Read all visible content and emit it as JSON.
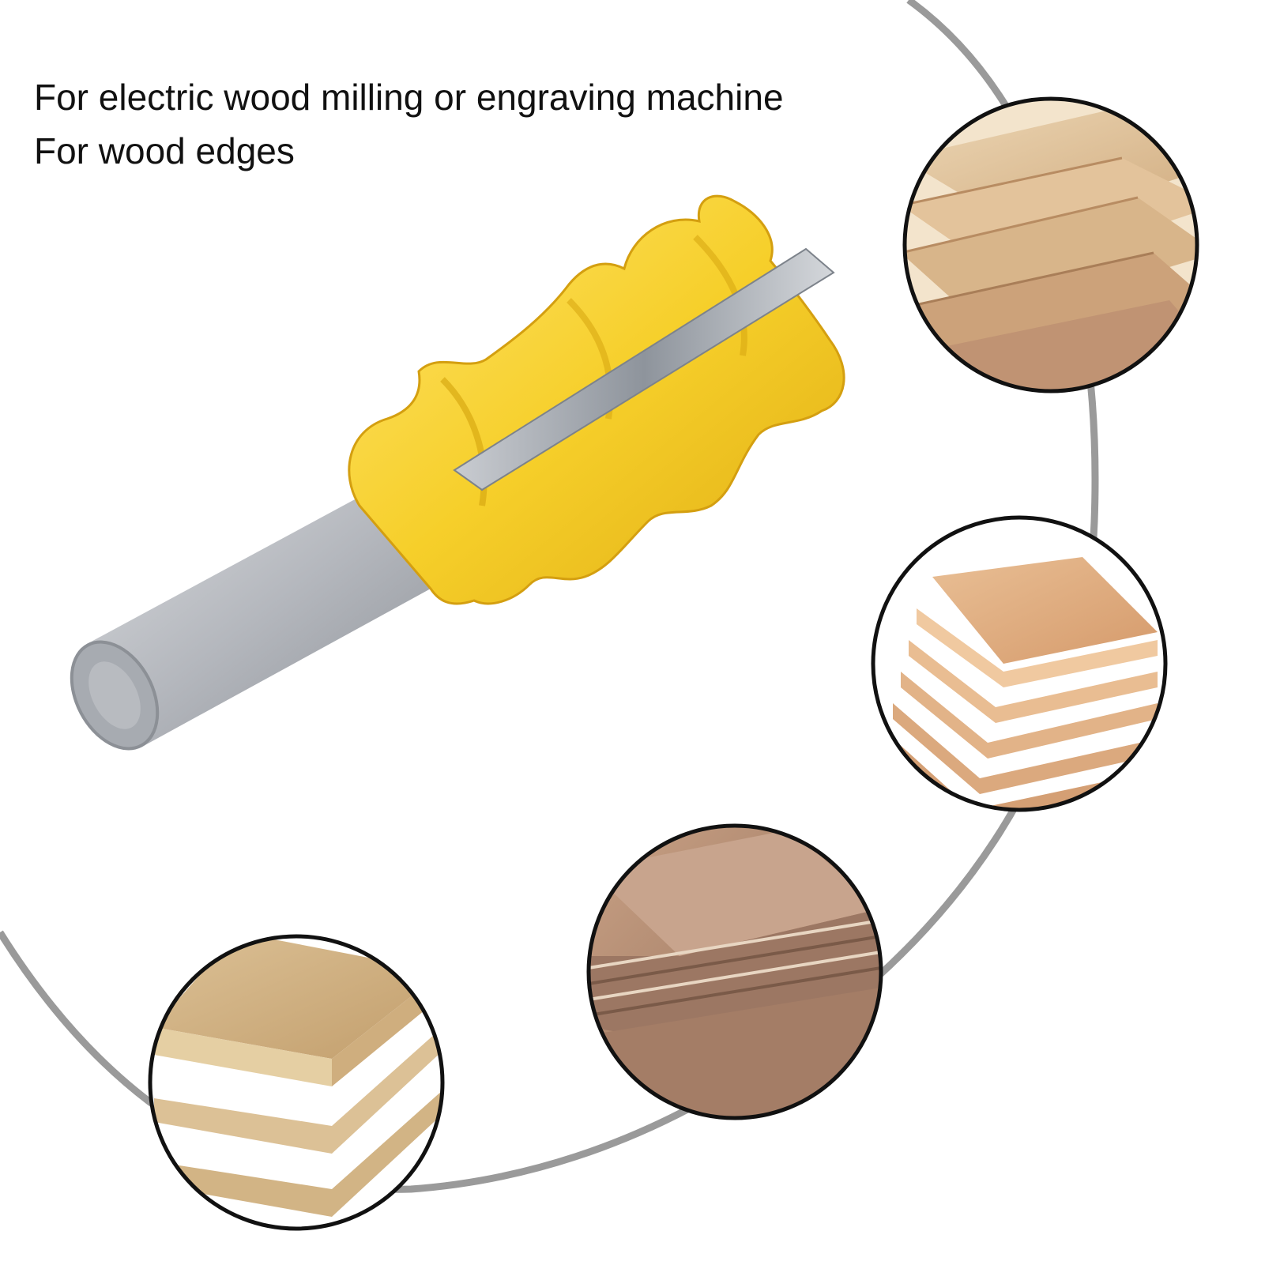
{
  "captions": {
    "line1": "For electric wood milling or engraving machine",
    "line2": "For wood edges"
  },
  "colors": {
    "background": "#ffffff",
    "text": "#111111",
    "arc": "#9a9a9a",
    "circle_border": "#111111",
    "cutter_body": "#f6cf2a",
    "cutter_shade": "#d9a912",
    "shank": "#b9bcc2",
    "blade": "#9ca2aa"
  },
  "illustrations": {
    "router_bit": "router-bit-image",
    "samples": [
      "solid-wood-boards-image",
      "plywood-sheets-image",
      "laminated-plywood-image",
      "particle-board-image"
    ]
  }
}
